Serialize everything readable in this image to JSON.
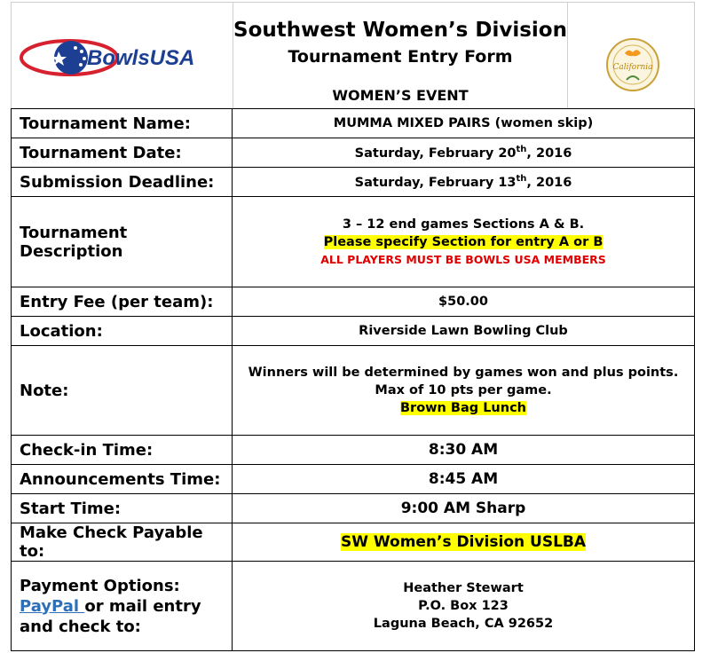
{
  "header": {
    "logo_text": "BowlsUSA",
    "title": "Southwest Women’s Division",
    "subtitle": "Tournament Entry Form",
    "event": "WOMEN’S EVENT",
    "seal_text": "California"
  },
  "rows": {
    "name": {
      "label": "Tournament Name:",
      "value": "MUMMA MIXED PAIRS (women skip)"
    },
    "date": {
      "label": "Tournament Date:",
      "value_pre": "Saturday, February 20",
      "value_sup": "th",
      "value_post": ", 2016"
    },
    "deadline": {
      "label": "Submission Deadline:",
      "value_pre": "Saturday, February 13",
      "value_sup": "th",
      "value_post": ", 2016"
    },
    "description": {
      "label": "Tournament Description",
      "line1": "3 – 12 end games Sections A & B.",
      "line2": "Please specify Section for entry A or B",
      "line3": "ALL PLAYERS MUST BE BOWLS USA MEMBERS"
    },
    "fee": {
      "label": "Entry Fee (per team):",
      "value": "$50.00"
    },
    "location": {
      "label": "Location:",
      "value": "Riverside Lawn Bowling Club"
    },
    "note": {
      "label": "Note:",
      "line1": "Winners will be determined by games won and plus points.",
      "line2": "Max of 10 pts per game.",
      "line3": "Brown Bag Lunch"
    },
    "checkin": {
      "label": "Check-in Time:",
      "value": "8:30 AM"
    },
    "announcements": {
      "label": "Announcements Time:",
      "value": "8:45 AM"
    },
    "start": {
      "label": "Start Time:",
      "value": "9:00 AM Sharp"
    },
    "payable": {
      "label": "Make Check Payable to:",
      "value": "SW Women’s Division USLBA"
    },
    "payment": {
      "label_line1": "Payment Options:",
      "label_link": "PayPal ",
      "label_rest": "or mail entry",
      "label_line3": "and check to:",
      "addr1": "Heather Stewart",
      "addr2": "P.O. Box 123",
      "addr3": "Laguna Beach, CA 92652"
    }
  },
  "colors": {
    "highlight": "#ffff00",
    "warning_red": "#e00000",
    "link_blue": "#2e6fb7",
    "logo_red": "#d7212f",
    "logo_blue": "#1c3f94"
  }
}
